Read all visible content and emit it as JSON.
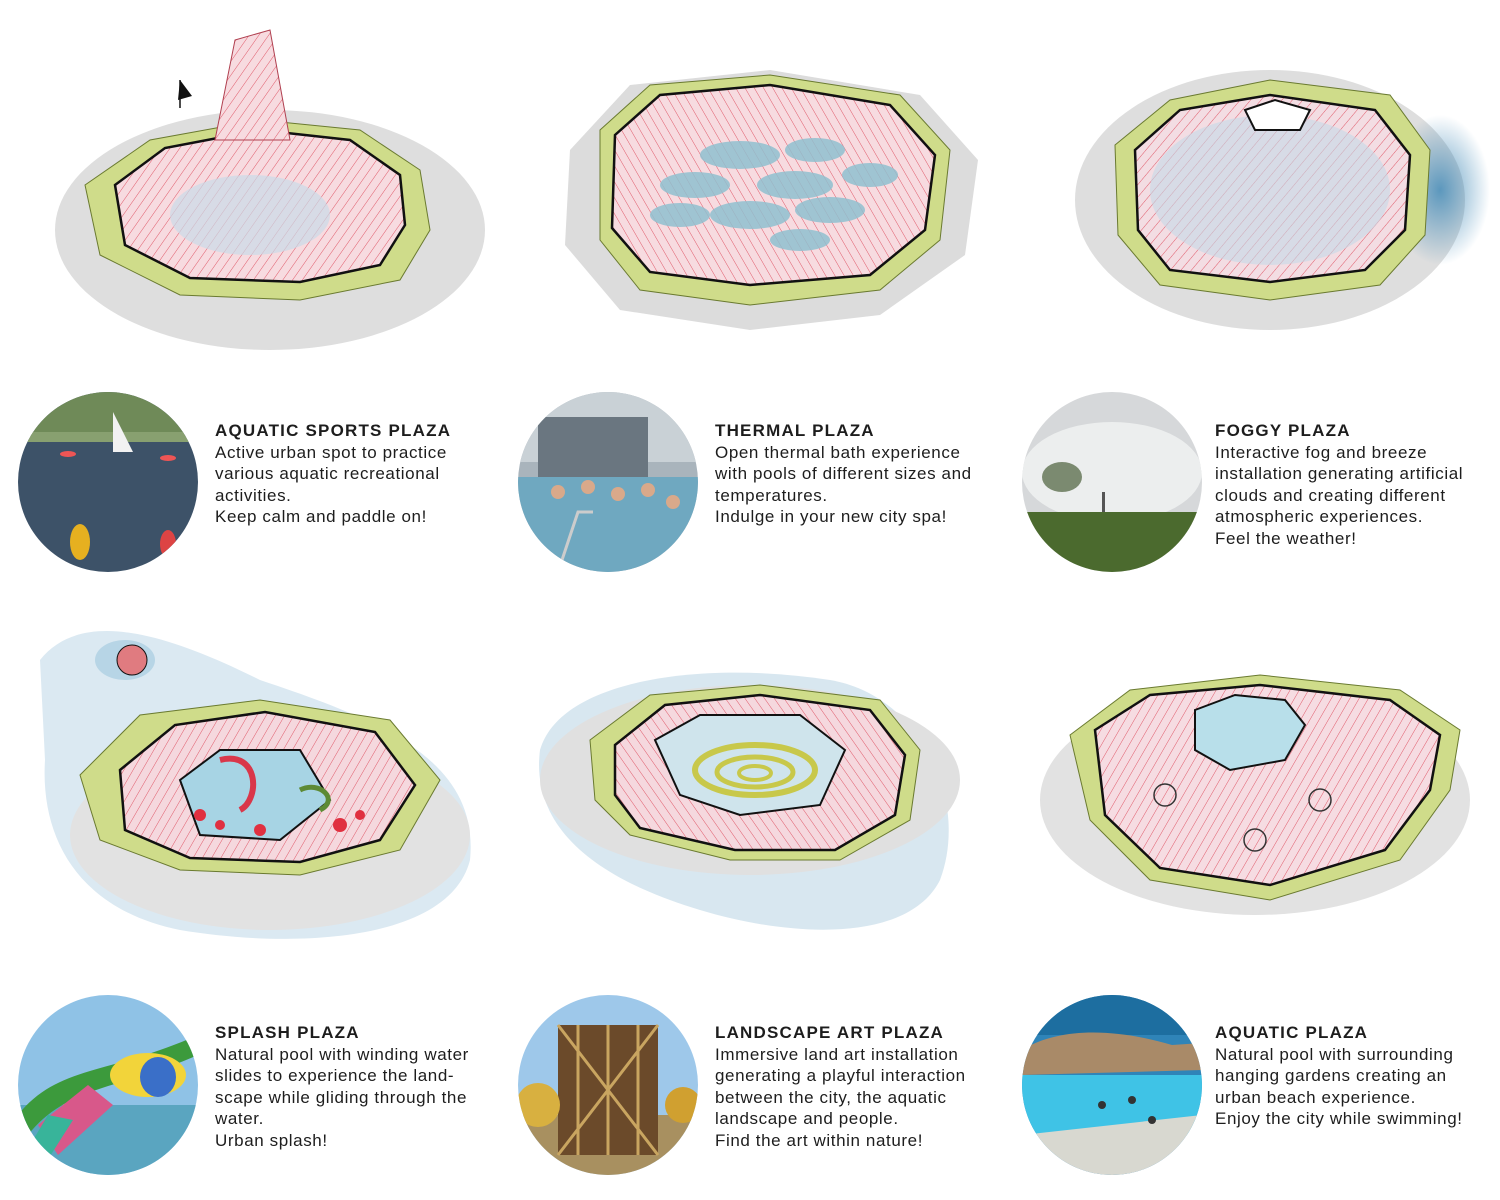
{
  "plazas": [
    {
      "title": "AQUATIC SPORTS PLAZA",
      "lines": [
        "Active urban spot to practice",
        "various aquatic recreational",
        "activities.",
        "Keep calm and paddle on!"
      ]
    },
    {
      "title": "THERMAL PLAZA",
      "lines": [
        "Open thermal bath experience",
        "with pools of different sizes and",
        "temperatures.",
        "Indulge in your new city spa!"
      ]
    },
    {
      "title": "FOGGY PLAZA",
      "lines": [
        "Interactive fog and breeze",
        "installation generating artificial",
        "clouds and creating different",
        "atmospheric experiences.",
        "Feel the weather!"
      ]
    },
    {
      "title": "SPLASH PLAZA",
      "lines": [
        "Natural pool with winding water",
        "slides to experience the land-",
        "scape while gliding through the",
        "water.",
        "Urban splash!"
      ]
    },
    {
      "title": "LANDSCAPE ART PLAZA",
      "lines": [
        "Immersive land art installation",
        "generating a playful interaction",
        "between the city, the aquatic",
        "landscape and people.",
        "Find the art within nature!"
      ]
    },
    {
      "title": "AQUATIC PLAZA",
      "lines": [
        "Natural pool with surrounding",
        "hanging gardens creating an",
        "urban beach experience.",
        "Enjoy the city while swimming!"
      ]
    }
  ],
  "colors": {
    "ground": "#dcdcdc",
    "roof_hatch": "#e05a6a",
    "roof_fill": "#f6d6dc",
    "garden": "#cfdc8a",
    "water": "#9fcfe0"
  }
}
